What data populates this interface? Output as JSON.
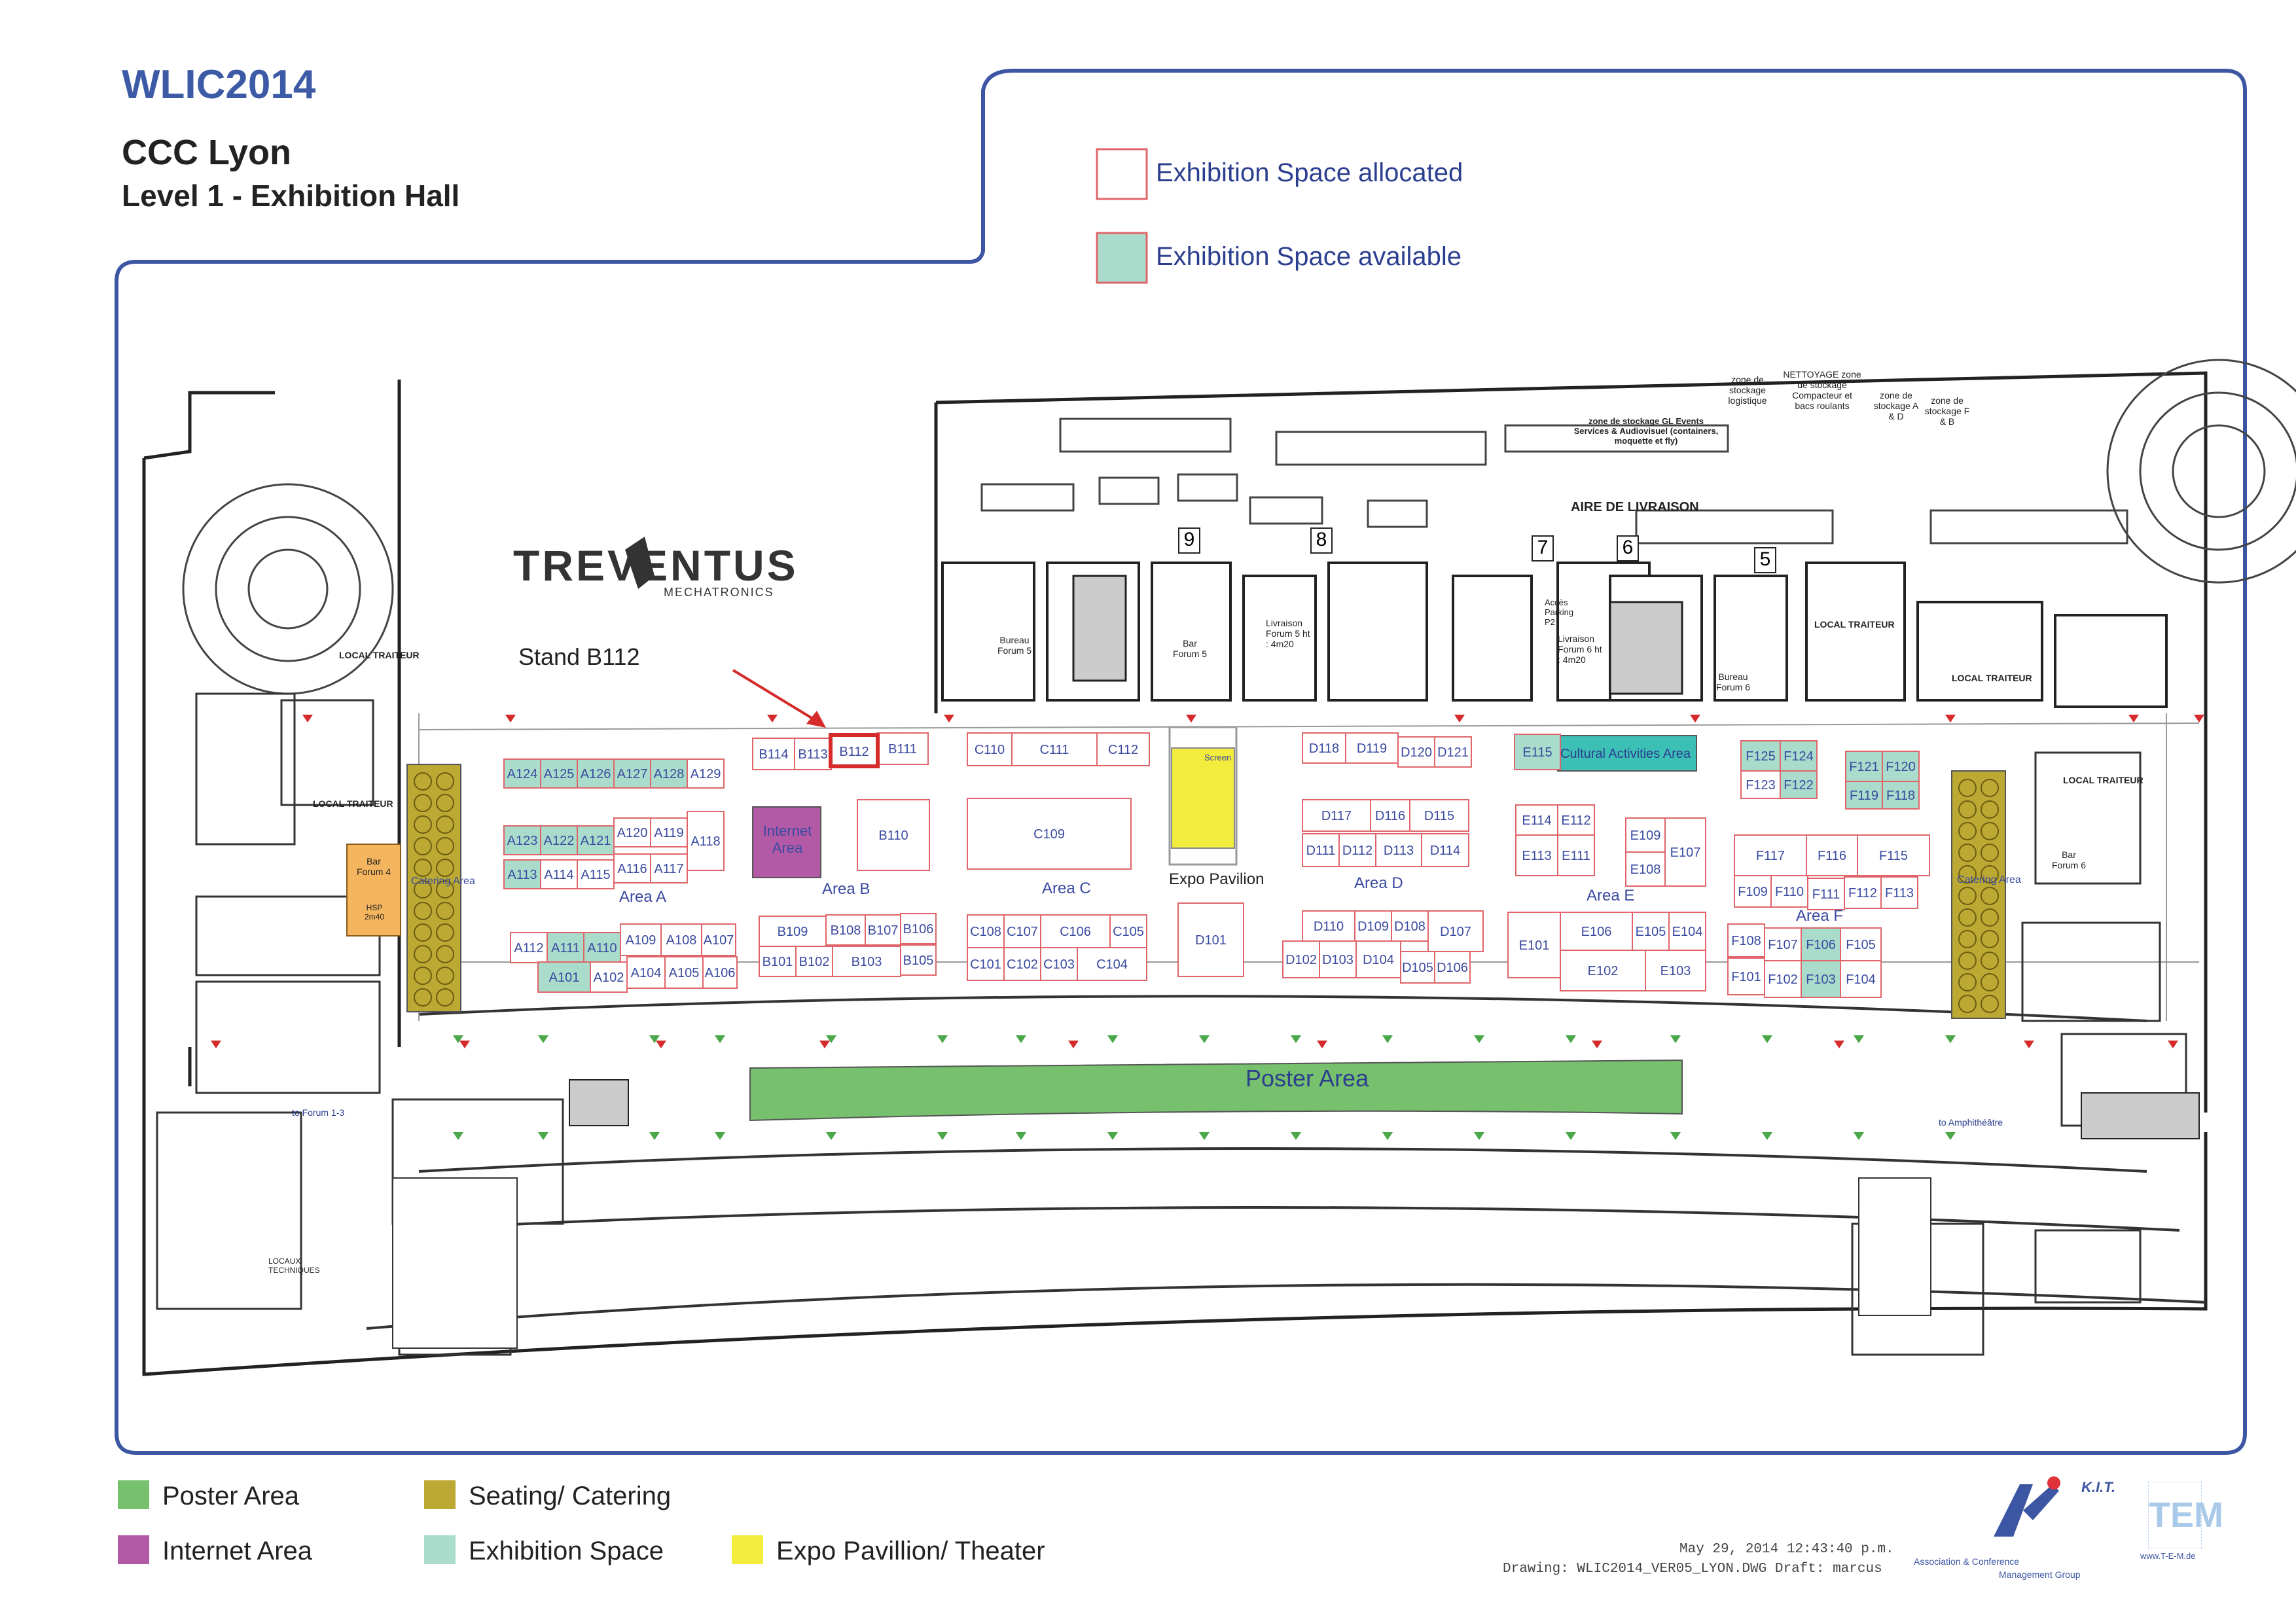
{
  "header": {
    "event": "WLIC2014",
    "venue": "CCC Lyon",
    "level": "Level 1 - Exhibition Hall"
  },
  "legend_top": {
    "allocated": "Exhibition Space allocated",
    "available": "Exhibition Space available"
  },
  "legend_bottom": [
    {
      "label": "Poster Area",
      "color": "#76c06e"
    },
    {
      "label": "Seating/ Catering",
      "color": "#bba934"
    },
    {
      "label": "Expo Pavillion/ Theater",
      "color": "#f2ec3c"
    },
    {
      "label": "Internet Area",
      "color": "#b25aa5"
    },
    {
      "label": "Exhibition Space",
      "color": "#a9dccb"
    }
  ],
  "colors": {
    "title_blue": "#3c5aa6",
    "frame_blue": "#3d56a3",
    "booth_red": "#e0656a",
    "booth_text": "#3a4aa0",
    "available_fill": "#a9dccb",
    "poster_green": "#76c06e",
    "seating_olive": "#bba934",
    "internet_purple": "#b25aa5",
    "cultural_teal": "#3cbfb5",
    "bar_orange": "#f5b55e",
    "expo_yellow": "#f2ec3c"
  },
  "exhibitor": {
    "logo": "TREVENTUS",
    "logo_sub": "MECHATRONICS",
    "stand": "Stand B112"
  },
  "areas": {
    "a": "Area A",
    "b": "Area B",
    "c": "Area C",
    "d": "Area D",
    "e": "Area E",
    "f": "Area F"
  },
  "zones": {
    "internet": "Internet Area",
    "expo": "Expo Pavilion",
    "screen": "Screen",
    "poster": "Poster Area",
    "cultural": "Cultural Activities Area",
    "catering_left": "Catering Area",
    "catering_right": "Catering Area",
    "bar_left": "Bar Forum 4",
    "bar_right": "Bar Forum 6",
    "bar_mid": "Bar Forum 5",
    "hsp": "HSP 2m40",
    "livraison": "AIRE DE LIVRAISON",
    "local_traiteur_1": "LOCAL TRAITEUR",
    "local_traiteur_2": "LOCAL TRAITEUR",
    "local_traiteur_3": "LOCAL TRAITEUR",
    "local_traiteur_4": "LOCAL TRAITEUR",
    "local_traiteur_5": "LOCAL TRAITEUR",
    "to_forum": "to Forum 1-3",
    "to_amphi": "to Amphithéâtre",
    "porte_9": "9",
    "porte_8": "8",
    "porte_7": "7",
    "porte_6": "6",
    "porte_5": "5",
    "bureau_5": "Bureau Forum 5",
    "bureau_6": "Bureau Forum 6",
    "livraison_5": "Livraison Forum 5 ht : 4m20",
    "livraison_6": "Livraison Forum 6 ht : 4m20",
    "stockage": "zone de stockage logistique",
    "nettoyage": "NETTOYAGE zone de stockage Compacteur et bacs roulants",
    "stock_ad": "zone de stockage A & D",
    "stock_fb": "zone de stockage F & B",
    "gl_events": "zone de stockage GL Events Services & Audiovisuel (containers, moquette et fly)",
    "locaux_tech": "LOCAUX TECHNIQUES",
    "parking": "Accès Parking P2"
  },
  "booths": [
    {
      "id": "A124",
      "avail": true
    },
    {
      "id": "A125",
      "avail": true
    },
    {
      "id": "A126",
      "avail": true
    },
    {
      "id": "A127",
      "avail": true
    },
    {
      "id": "A128",
      "avail": true
    },
    {
      "id": "A129",
      "avail": false
    },
    {
      "id": "A123",
      "avail": true
    },
    {
      "id": "A122",
      "avail": true
    },
    {
      "id": "A121",
      "avail": true
    },
    {
      "id": "A120",
      "avail": false
    },
    {
      "id": "A119",
      "avail": false
    },
    {
      "id": "A118",
      "avail": false
    },
    {
      "id": "A113",
      "avail": true
    },
    {
      "id": "A114",
      "avail": false
    },
    {
      "id": "A115",
      "avail": false
    },
    {
      "id": "A116",
      "avail": false
    },
    {
      "id": "A117",
      "avail": false
    },
    {
      "id": "A112",
      "avail": false
    },
    {
      "id": "A111",
      "avail": true
    },
    {
      "id": "A110",
      "avail": true
    },
    {
      "id": "A109",
      "avail": false
    },
    {
      "id": "A108",
      "avail": false
    },
    {
      "id": "A107",
      "avail": false
    },
    {
      "id": "A101",
      "avail": true
    },
    {
      "id": "A102",
      "avail": false
    },
    {
      "id": "A104",
      "avail": false
    },
    {
      "id": "A105",
      "avail": false
    },
    {
      "id": "A106",
      "avail": false
    },
    {
      "id": "B114",
      "avail": false
    },
    {
      "id": "B113",
      "avail": false
    },
    {
      "id": "B112",
      "avail": false
    },
    {
      "id": "B111",
      "avail": false
    },
    {
      "id": "B110",
      "avail": false
    },
    {
      "id": "B109",
      "avail": false
    },
    {
      "id": "B108",
      "avail": false
    },
    {
      "id": "B107",
      "avail": false
    },
    {
      "id": "B106",
      "avail": false
    },
    {
      "id": "B101",
      "avail": false
    },
    {
      "id": "B102",
      "avail": false
    },
    {
      "id": "B103",
      "avail": false
    },
    {
      "id": "B105",
      "avail": false
    },
    {
      "id": "C110",
      "avail": false
    },
    {
      "id": "C111",
      "avail": false
    },
    {
      "id": "C112",
      "avail": false
    },
    {
      "id": "C109",
      "avail": false
    },
    {
      "id": "C108",
      "avail": false
    },
    {
      "id": "C107",
      "avail": false
    },
    {
      "id": "C106",
      "avail": false
    },
    {
      "id": "C105",
      "avail": false
    },
    {
      "id": "C101",
      "avail": false
    },
    {
      "id": "C102",
      "avail": false
    },
    {
      "id": "C103",
      "avail": false
    },
    {
      "id": "C104",
      "avail": false
    },
    {
      "id": "D118",
      "avail": false
    },
    {
      "id": "D119",
      "avail": false
    },
    {
      "id": "D120",
      "avail": false
    },
    {
      "id": "D121",
      "avail": false
    },
    {
      "id": "D117",
      "avail": false
    },
    {
      "id": "D116",
      "avail": false
    },
    {
      "id": "D115",
      "avail": false
    },
    {
      "id": "D111",
      "avail": false
    },
    {
      "id": "D112",
      "avail": false
    },
    {
      "id": "D113",
      "avail": false
    },
    {
      "id": "D114",
      "avail": false
    },
    {
      "id": "D101",
      "avail": false
    },
    {
      "id": "D110",
      "avail": false
    },
    {
      "id": "D109",
      "avail": false
    },
    {
      "id": "D108",
      "avail": false
    },
    {
      "id": "D107",
      "avail": false
    },
    {
      "id": "D102",
      "avail": false
    },
    {
      "id": "D103",
      "avail": false
    },
    {
      "id": "D104",
      "avail": false
    },
    {
      "id": "D105",
      "avail": false
    },
    {
      "id": "D106",
      "avail": false
    },
    {
      "id": "E115",
      "avail": true
    },
    {
      "id": "E114",
      "avail": false
    },
    {
      "id": "E112",
      "avail": false
    },
    {
      "id": "E109",
      "avail": false
    },
    {
      "id": "E113",
      "avail": false
    },
    {
      "id": "E111",
      "avail": false
    },
    {
      "id": "E107",
      "avail": false
    },
    {
      "id": "E108",
      "avail": false
    },
    {
      "id": "E101",
      "avail": false
    },
    {
      "id": "E106",
      "avail": false
    },
    {
      "id": "E105",
      "avail": false
    },
    {
      "id": "E104",
      "avail": false
    },
    {
      "id": "E102",
      "avail": false
    },
    {
      "id": "E103",
      "avail": false
    },
    {
      "id": "F125",
      "avail": true
    },
    {
      "id": "F124",
      "avail": true
    },
    {
      "id": "F123",
      "avail": false
    },
    {
      "id": "F122",
      "avail": true
    },
    {
      "id": "F121",
      "avail": true
    },
    {
      "id": "F120",
      "avail": true
    },
    {
      "id": "F119",
      "avail": true
    },
    {
      "id": "F118",
      "avail": true
    },
    {
      "id": "F117",
      "avail": false
    },
    {
      "id": "F116",
      "avail": false
    },
    {
      "id": "F115",
      "avail": false
    },
    {
      "id": "F109",
      "avail": false
    },
    {
      "id": "F110",
      "avail": false
    },
    {
      "id": "F111",
      "avail": false
    },
    {
      "id": "F112",
      "avail": false
    },
    {
      "id": "F113",
      "avail": false
    },
    {
      "id": "F108",
      "avail": false
    },
    {
      "id": "F107",
      "avail": false
    },
    {
      "id": "F106",
      "avail": true
    },
    {
      "id": "F105",
      "avail": false
    },
    {
      "id": "F101",
      "avail": false
    },
    {
      "id": "F102",
      "avail": false
    },
    {
      "id": "F103",
      "avail": true
    },
    {
      "id": "F104",
      "avail": false
    }
  ],
  "footer": {
    "date": "May 29, 2014 12:43:40 p.m.",
    "drawing": "Drawing: WLIC2014_VER05_LYON.DWG Draft: marcus",
    "kit": "K.I.T.",
    "kit_line1": "Association & Conference",
    "kit_line2": "Management Group",
    "tem": "TEM",
    "tem_url": "www.T-E-M.de"
  }
}
